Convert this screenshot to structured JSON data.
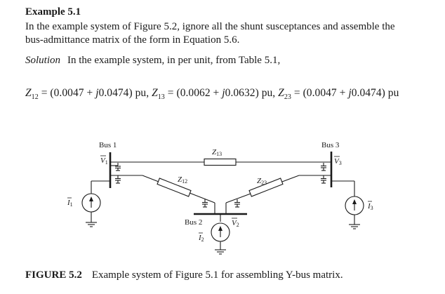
{
  "heading": "Example 5.1",
  "problem_line1": "In the example system of Figure 5.2, ignore all the shunt susceptances and assemble the",
  "problem_line2": "bus-admittance matrix of the form in Equation 5.6.",
  "solution_label": "Solution",
  "solution_text": "In the example system, in per unit, from Table 5.1,",
  "equation": {
    "z12_lhs": "Z",
    "z12_sub": "12",
    "z12_rhs": " = (0.0047 + ",
    "z12_j": "j",
    "z12_val": "0.0474) pu, ",
    "z13_lhs": "Z",
    "z13_sub": "13",
    "z13_rhs": " = (0.0062 + ",
    "z13_j": "j",
    "z13_val": "0.0632) pu, ",
    "z23_lhs": "Z",
    "z23_sub": "23",
    "z23_rhs": " = (0.0047 + ",
    "z23_j": "j",
    "z23_val": "0.0474) pu"
  },
  "diagram": {
    "bus1": "Bus 1",
    "bus2": "Bus 2",
    "bus3": "Bus 3",
    "z13_label": "Z",
    "z13_sub": "13",
    "z12_label": "Z",
    "z12_sub": "12",
    "z23_label": "Z",
    "z23_sub": "23",
    "v1": "V",
    "v1_sub": "1",
    "v2": "V",
    "v2_sub": "2",
    "v3": "V",
    "v3_sub": "3",
    "i1": "I",
    "i1_sub": "1",
    "i2": "I",
    "i2_sub": "2",
    "i3": "I",
    "i3_sub": "3"
  },
  "caption_label": "FIGURE 5.2",
  "caption_text": "Example system of Figure 5.1 for assembling Y-bus matrix."
}
